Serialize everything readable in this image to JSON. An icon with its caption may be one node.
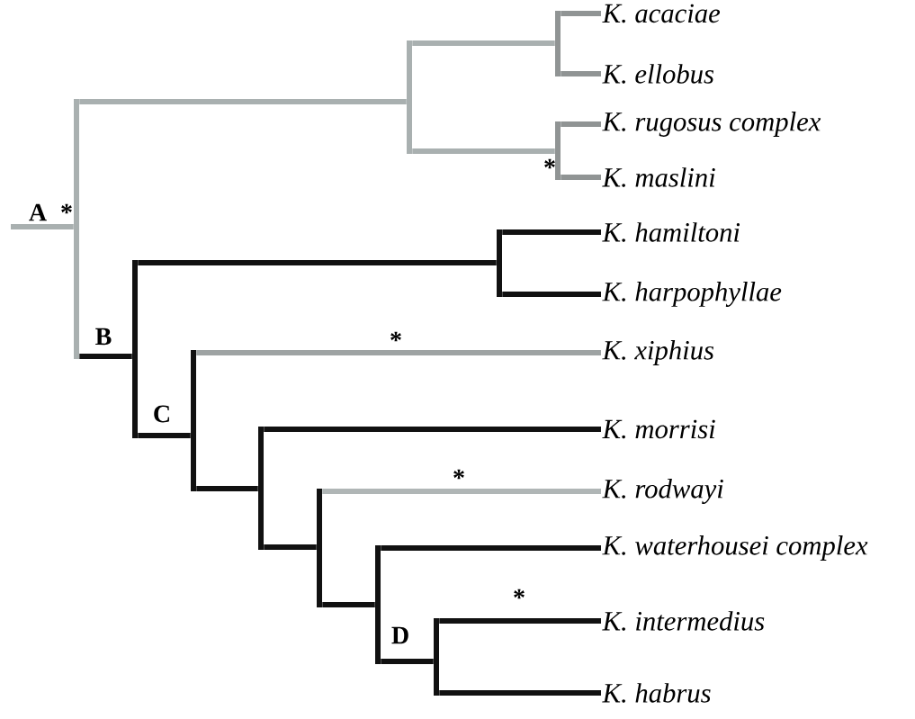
{
  "diagram": {
    "nodes": [
      {
        "text": [
          "K. acaciae"
        ]
      },
      {
        "text": [
          "K. ellobus"
        ]
      },
      {
        "text": [
          "K. rugosus complex"
        ]
      },
      {
        "text": [
          "K. maslini"
        ]
      },
      {
        "text": [
          "K. hamiltoni"
        ]
      },
      {
        "text": [
          "K. harpophyllae"
        ]
      },
      {
        "text": [
          "K. xiphius"
        ]
      },
      {
        "text": [
          "K. morrisi"
        ]
      },
      {
        "text": [
          "K. rodwayi"
        ]
      },
      {
        "text": [
          "K. waterhousei complex"
        ]
      },
      {
        "text": [
          "K. intermedius"
        ]
      },
      {
        "text": [
          "K. habrus"
        ]
      },
      {
        "text": [],
        "shape": "bar"
      },
      {
        "text": [],
        "shape": "bar"
      },
      {
        "text": [],
        "shape": "bar"
      },
      {
        "text": [],
        "shape": "bar"
      },
      {
        "text": [],
        "shape": "bar"
      },
      {
        "text": [],
        "shape": "bar"
      },
      {
        "text": [],
        "shape": "bar"
      },
      {
        "text": [],
        "shape": "bar"
      },
      {
        "text": [],
        "shape": "bar"
      },
      {
        "text": [],
        "shape": "bar"
      },
      {
        "text": [],
        "shape": "bar"
      }
    ],
    "edges": [
      {
        "from": null,
        "to": 12,
        "arrow": "none",
        "color": "#a9b0b0"
      },
      {
        "from": 12,
        "to": 13,
        "arrow": "none",
        "color": "#a9b0b0"
      },
      {
        "from": 13,
        "to": 14,
        "arrow": "none",
        "color": "#a9b0b0"
      },
      {
        "from": 13,
        "to": 15,
        "arrow": "none",
        "color": "#a9b0b0"
      },
      {
        "from": 14,
        "to": 0,
        "arrow": "none",
        "color": "#909494"
      },
      {
        "from": 14,
        "to": 1,
        "arrow": "none",
        "color": "#909494"
      },
      {
        "from": 15,
        "to": 2,
        "arrow": "none",
        "color": "#909494"
      },
      {
        "from": 15,
        "to": 3,
        "arrow": "none",
        "color": "#909494"
      },
      {
        "from": 12,
        "to": 16,
        "arrow": "none"
      },
      {
        "from": 16,
        "to": 17,
        "arrow": "none"
      },
      {
        "from": 17,
        "to": 4,
        "arrow": "none"
      },
      {
        "from": 17,
        "to": 5,
        "arrow": "none"
      },
      {
        "from": 16,
        "to": 18,
        "arrow": "none"
      },
      {
        "from": 18,
        "to": 6,
        "arrow": "none",
        "color": "#9ea3a3"
      },
      {
        "from": 18,
        "to": 19,
        "arrow": "none"
      },
      {
        "from": 19,
        "to": 7,
        "arrow": "none"
      },
      {
        "from": 19,
        "to": 20,
        "arrow": "none"
      },
      {
        "from": 20,
        "to": 8,
        "arrow": "none",
        "color": "#b0b6b6"
      },
      {
        "from": 20,
        "to": 21,
        "arrow": "none"
      },
      {
        "from": 21,
        "to": 9,
        "arrow": "none"
      },
      {
        "from": 21,
        "to": 22,
        "arrow": "none"
      },
      {
        "from": 22,
        "to": 10,
        "arrow": "none"
      },
      {
        "from": 22,
        "to": 11,
        "arrow": "none"
      }
    ],
    "labels": [
      "*",
      "A",
      "*",
      "B",
      "*",
      "C",
      "*",
      "*",
      "D"
    ]
  }
}
